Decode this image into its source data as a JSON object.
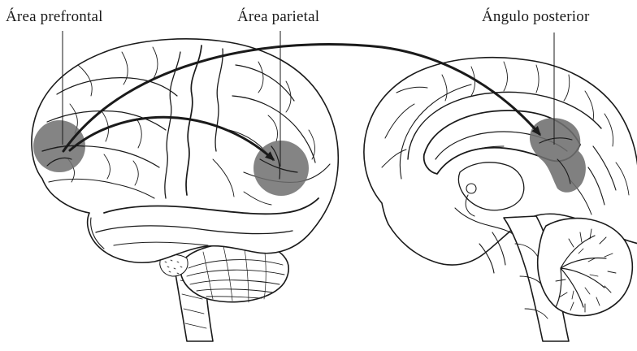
{
  "labels": {
    "prefrontal": "Área prefrontal",
    "parietal": "Área parietal",
    "posterior": "Ángulo posterior"
  },
  "colors": {
    "outline": "#1a1a1a",
    "highlight": "#6e6e6e",
    "background": "#ffffff"
  },
  "icons": {
    "lateral_brain": "lateral-brain-icon",
    "medial_brain": "medial-brain-icon"
  }
}
